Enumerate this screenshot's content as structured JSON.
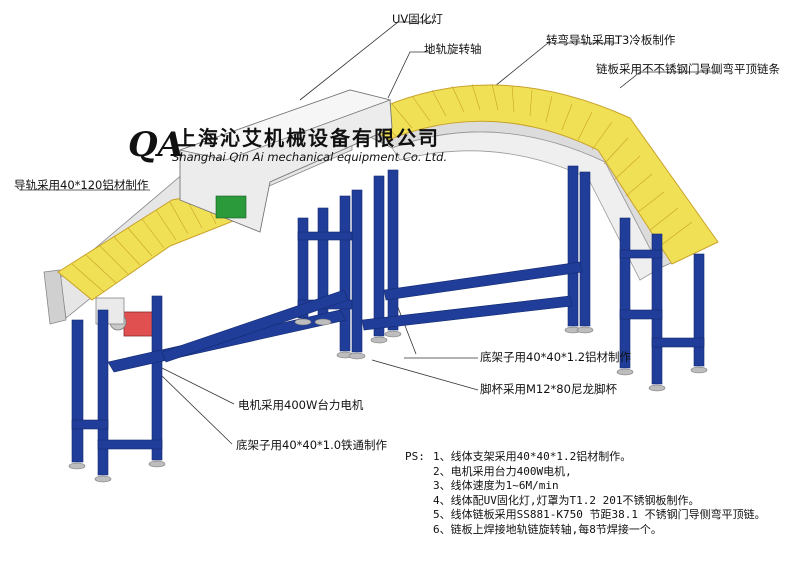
{
  "colors": {
    "frame": "#1f3d99",
    "frame_dark": "#142a70",
    "chain": "#f0e055",
    "chain_edge": "#c9a22a",
    "rail": "#e8e8e8",
    "rail_shadow": "#c8c8c8",
    "motor": "#e05050",
    "green_plate": "#2a9a3a",
    "leader": "#333333"
  },
  "logo": {
    "mark": "QA",
    "chinese": "上海沁艾机械设备有限公司",
    "english": "Shanghai Qin Ai mechanical equipment Co. Ltd."
  },
  "callouts": {
    "uv_lamp": "UV固化灯",
    "rail_shaft": "地轨旋转轴",
    "curve_rail": "转弯导轨采用T3冷板制作",
    "chain_plate": "链板采用不不锈钢门导侧弯平顶链条",
    "guide_rail": "导轨采用40*120铝材制作",
    "base_frame_aluminum": "底架子用40*40*1.2铝材制作",
    "foot_cup": "脚杯采用M12*80尼龙脚杯",
    "motor": "电机采用400W台力电机",
    "base_frame_iron": "底架子用40*40*1.0铁通制作"
  },
  "notes": {
    "label": "PS:",
    "items": [
      "1、线体支架采用40*40*1.2铝材制作。",
      "2、电机采用台力400W电机,",
      "3、线体速度为1~6M/min",
      "4、线体配UV固化灯,灯罩为T1.2 201不锈钢板制作。",
      "5、线体链板采用SS881-K750 节距38.1 不锈钢门导侧弯平顶链。",
      "6、链板上焊接地轨链旋转轴,每8节焊接一个。"
    ]
  }
}
